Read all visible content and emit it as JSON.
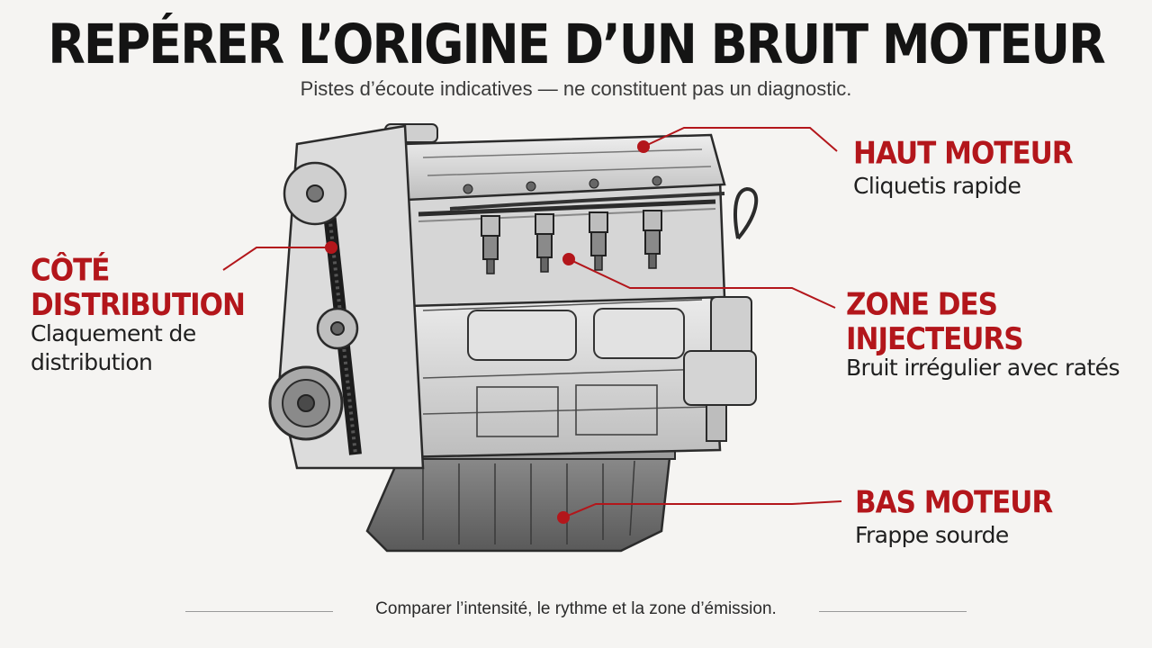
{
  "title": "REPÉRER L’ORIGINE D’UN BRUIT MOTEUR",
  "subtitle": "Pistes d’écoute indicatives — ne constituent pas un diagnostic.",
  "zones": {
    "haut": {
      "head": "HAUT MOTEUR",
      "desc": "Cliquetis rapide"
    },
    "cote": {
      "head": "CÔTÉ DISTRIBUTION",
      "desc": "Claquement de distribution"
    },
    "injecteurs": {
      "head": "ZONE DES INJECTEURS",
      "desc": "Bruit irrégulier avec ratés"
    },
    "bas": {
      "head": "BAS MOTEUR",
      "desc": "Frappe sourde"
    }
  },
  "footer": "Comparer l’intensité, le rythme et la zone d’émission.",
  "colors": {
    "accent": "#b3161b",
    "text": "#1a1a1a",
    "background": "#f5f4f2",
    "engine_metal": "#d9d9d9",
    "engine_dark": "#3c3c3c"
  }
}
